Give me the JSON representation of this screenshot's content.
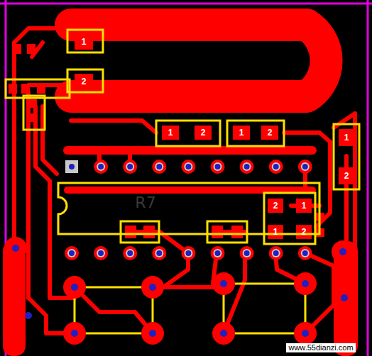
{
  "diagram": {
    "labels": [
      "1",
      "2",
      "1",
      "2",
      "1",
      "2",
      "1",
      "2",
      "2",
      "1",
      "1",
      "2",
      "R7",
      "www.55dianzi.com"
    ]
  }
}
